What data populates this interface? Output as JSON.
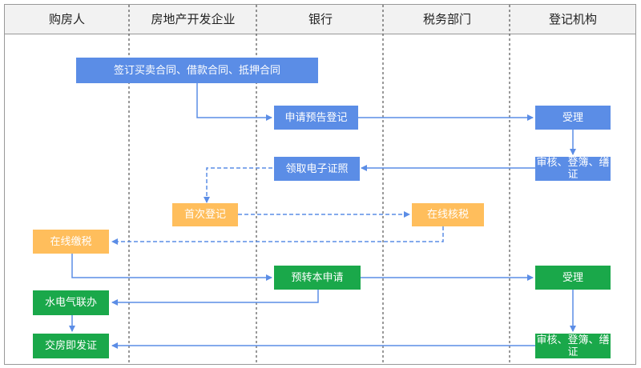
{
  "lanes": [
    {
      "label": "购房人"
    },
    {
      "label": "房地产开发企业"
    },
    {
      "label": "银行"
    },
    {
      "label": "税务部门"
    },
    {
      "label": "登记机构"
    }
  ],
  "nodes": {
    "sign_contracts": "签订买卖合同、借款合同、抵押合同",
    "apply_presale_registration": "申请预告登记",
    "accept_1": "受理",
    "review_register_1": "审核、登簿、缮证",
    "receive_e_certificate": "领取电子证照",
    "first_registration": "首次登记",
    "online_tax_check": "在线核税",
    "online_tax_payment": "在线缴税",
    "pre_transfer_application": "预转本申请",
    "accept_2": "受理",
    "utilities_joint_handling": "水电气联办",
    "review_register_2": "审核、登簿、缮证",
    "handover_and_certificate": "交房即发证"
  },
  "colors": {
    "blue": "#5b8de6",
    "orange": "#ffbe5c",
    "green": "#1aa84a",
    "arrow": "#5b8de6",
    "header_bg": "#f2f2f2",
    "lane_divider": "#333333"
  }
}
